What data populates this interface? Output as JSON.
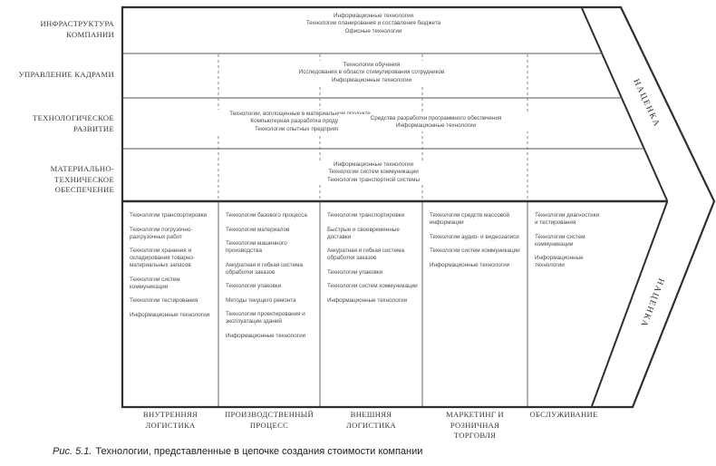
{
  "line_color": "#2f2f2f",
  "caption": {
    "prefix": "Рис. 5.1.",
    "text": "Технологии, представленные в цепочке создания стоимости компании"
  },
  "margin_band": {
    "top_label": "НАЦЕНКА",
    "bottom_label": "НАЦЕНКА"
  },
  "support_activities": {
    "rows": [
      {
        "label": "ИНФРАСТРУКТУРА\nКОМПАНИИ",
        "technologies": "Информационные технологии\nТехнологии планирования и составления бюджета\nОфисные технологии"
      },
      {
        "label": "УПРАВЛЕНИЕ КАДРАМИ",
        "technologies": "Технологии обучения\nИсследования в области стимулирования сотрудников\nИнформационные технологии"
      },
      {
        "label": "ТЕХНОЛОГИЧЕСКОЕ\nРАЗВИТИЕ",
        "technologies_left": "Технологии, воплощенные в материальном продукте\nКомпьютерная разработка продуктов\nТехнологии опытных предприятий",
        "technologies_right": "Средства разработки программного обеспечения\nИнформационные технологии"
      },
      {
        "label": "МАТЕРИАЛЬНО-ТЕХНИЧЕСКОЕ\nОБЕСПЕЧЕНИЕ",
        "technologies": "Информационные технологии\nТехнологии систем коммуникации\nТехнологии транспортной системы"
      }
    ]
  },
  "primary_activities": {
    "columns": [
      {
        "label": "ВНУТРЕННЯЯ\nЛОГИСТИКА",
        "items": [
          "Технологии транспортировки",
          "Технологии погрузочно-разгрузочных работ",
          "Технологии хранения и складирования товарно-материальных запасов",
          "Технологии систем коммуникации",
          "Технологии тестирования",
          "Информационные технологии"
        ]
      },
      {
        "label": "ПРОИЗВОДСТВЕННЫЙ\nПРОЦЕСС",
        "items": [
          "Технологии базового процесса",
          "Технологии материалов",
          "Технологии машинного производства",
          "Аккуратная и гибкая система обработки заказов",
          "Технологии упаковки",
          "Методы текущего ремонта",
          "Технологии проектирования и эксплуатации зданий",
          "Информационные технологии"
        ]
      },
      {
        "label": "ВНЕШНЯЯ\nЛОГИСТИКА",
        "items": [
          "Технологии транспортировки",
          "Быстрые и своевременные доставки",
          "Аккуратная и гибкая система обработки заказов",
          "Технологии упаковки",
          "Технологии систем коммуникации",
          "Информационные технологии"
        ]
      },
      {
        "label": "МАРКЕТИНГ И\nРОЗНИЧНАЯ\nТОРГОВЛЯ",
        "items": [
          "Технологии средств массовой информации",
          "Технологии аудио- и видеозаписи",
          "Технологии систем коммуникации",
          "Информационные технологии"
        ]
      },
      {
        "label": "ОБСЛУЖИВАНИЕ",
        "items": [
          "Технологии диагностики и тестирования",
          "Технологии систем коммуникации",
          "Информационные технологии"
        ]
      }
    ]
  }
}
